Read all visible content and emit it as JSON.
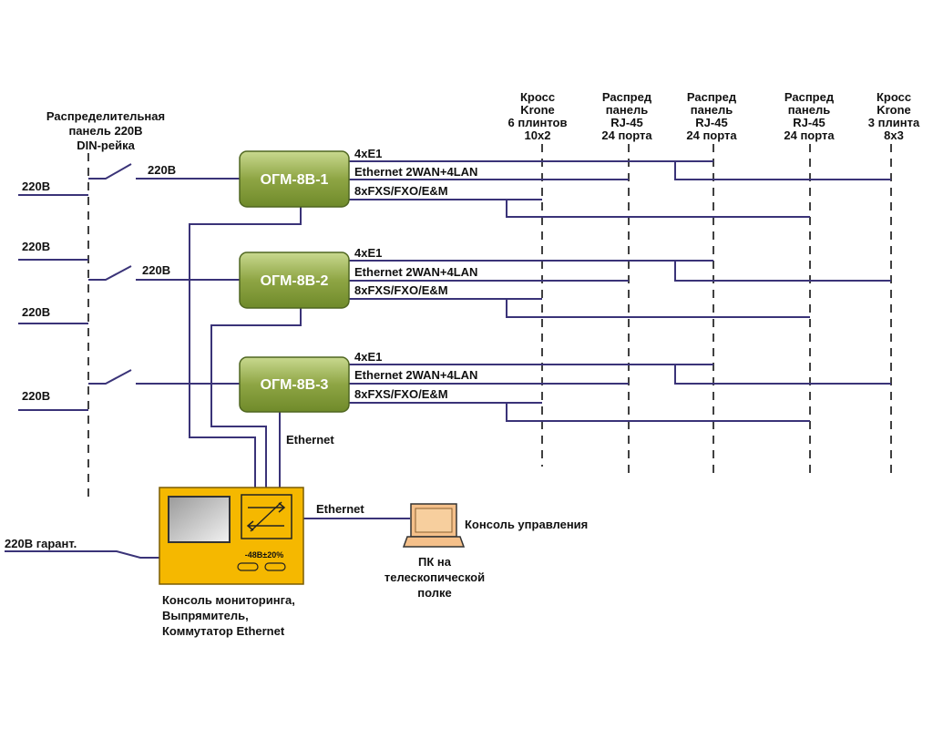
{
  "colors": {
    "line": "#3a3378",
    "dash": "#111111",
    "box_fill": "#8fa845",
    "box_fill_light": "#c4d48b",
    "console_fill": "#f5b800",
    "laptop_fill": "#f5c08a"
  },
  "din_panel": [
    "Распределительная",
    "панель 220В",
    "DIN-рейка"
  ],
  "column_headers": [
    {
      "lines": [
        "Кросс",
        "Krone",
        "6 плинтов",
        "10x2"
      ]
    },
    {
      "lines": [
        "Распред",
        "панель",
        "RJ-45",
        "24 порта"
      ]
    },
    {
      "lines": [
        "Распред",
        "панель",
        "RJ-45",
        "24 порта"
      ]
    },
    {
      "lines": [
        "Распред",
        "панель",
        "RJ-45",
        "24 порта"
      ]
    },
    {
      "lines": [
        "Кросс",
        "Krone",
        "3 плинта",
        "8x3"
      ]
    }
  ],
  "power_inputs": [
    "220В",
    "220В",
    "220В",
    "220В"
  ],
  "switched_feed_labels": [
    "220В",
    "220В"
  ],
  "units": [
    {
      "name": "ОГМ-8В-1",
      "ports": [
        "4xE1",
        "Ethernet 2WAN+4LAN",
        "8xFXS/FXO/E&M"
      ]
    },
    {
      "name": "ОГМ-8В-2",
      "ports": [
        "4xE1",
        "Ethernet 2WAN+4LAN",
        "8xFXS/FXO/E&M"
      ]
    },
    {
      "name": "ОГМ-8В-3",
      "ports": [
        "4xE1",
        "Ethernet 2WAN+4LAN",
        "8xFXS/FXO/E&M"
      ]
    }
  ],
  "ethernet_vertical_label": "Ethernet",
  "ethernet_link_label": "Ethernet",
  "guaranteed_power_label": "220В гарант.",
  "psu_label": "-48В±20%",
  "monitoring_console": [
    "Консоль мониторинга,",
    "Выпрямитель,",
    "Коммутатор Ethernet"
  ],
  "control_console_label": "Консоль управления",
  "pc_label": [
    "ПК на",
    "телескопической",
    "полке"
  ]
}
